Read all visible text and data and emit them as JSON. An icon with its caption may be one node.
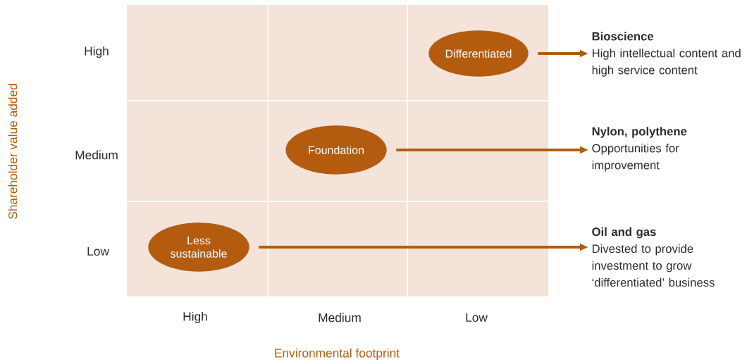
{
  "diagram": {
    "nodes": [
      {
        "text": [
          "Differentiated"
        ]
      },
      {
        "text": [
          "Foundation"
        ]
      },
      {
        "text": [
          "Less sustainable"
        ]
      },
      {
        "text": [
          "Bioscience",
          "High intellectual content and high service content"
        ]
      },
      {
        "text": [
          "Nylon, polythene",
          "Opportunities for improvement"
        ]
      },
      {
        "text": [
          "Oil and gas",
          "Divested to provide investment to grow ‘differentiated’ business"
        ]
      }
    ],
    "edges": [
      {
        "from": 0,
        "to": 3,
        "arrow": "to"
      },
      {
        "from": 1,
        "to": 4,
        "arrow": "to"
      },
      {
        "from": 2,
        "to": 5,
        "arrow": "to"
      }
    ],
    "labels": [
      "Shareholder value added",
      "High",
      "Medium",
      "Low",
      "High",
      "Medium",
      "Low",
      "Environmental footprint"
    ]
  }
}
